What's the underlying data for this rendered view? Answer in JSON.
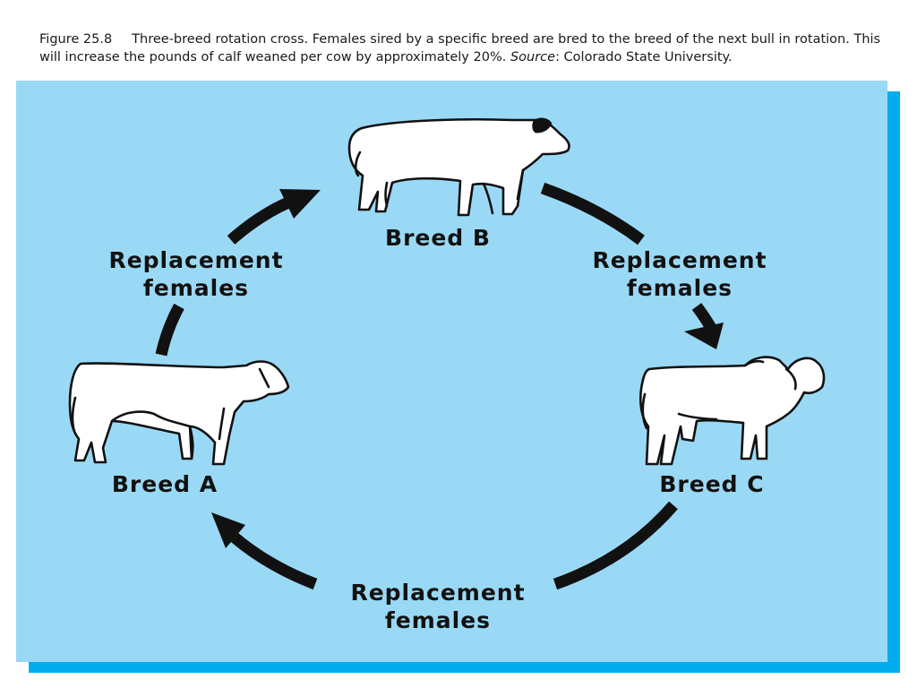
{
  "caption": {
    "figure_number": "Figure 25.8",
    "text": "Three-breed rotation cross. Females sired by a specific breed are bred to the breed of the next bull in rotation. This will increase the pounds of calf weaned per cow by approximately 20%.",
    "source_label": "Source",
    "source_text": ": Colorado State University."
  },
  "colors": {
    "panel_background": "#9ad9f5",
    "panel_shadow": "#00aeef",
    "arrows": "#111111"
  },
  "breeds": {
    "a": "Breed A",
    "b": "Breed B",
    "c": "Breed C"
  },
  "cycle_labels": {
    "left": [
      "Replacement",
      "females"
    ],
    "right": [
      "Replacement",
      "females"
    ],
    "bottom": [
      "Replacement",
      "females"
    ]
  },
  "icons": [
    "bull-b-icon",
    "bull-a-icon",
    "bull-c-icon",
    "arrow-icon"
  ]
}
